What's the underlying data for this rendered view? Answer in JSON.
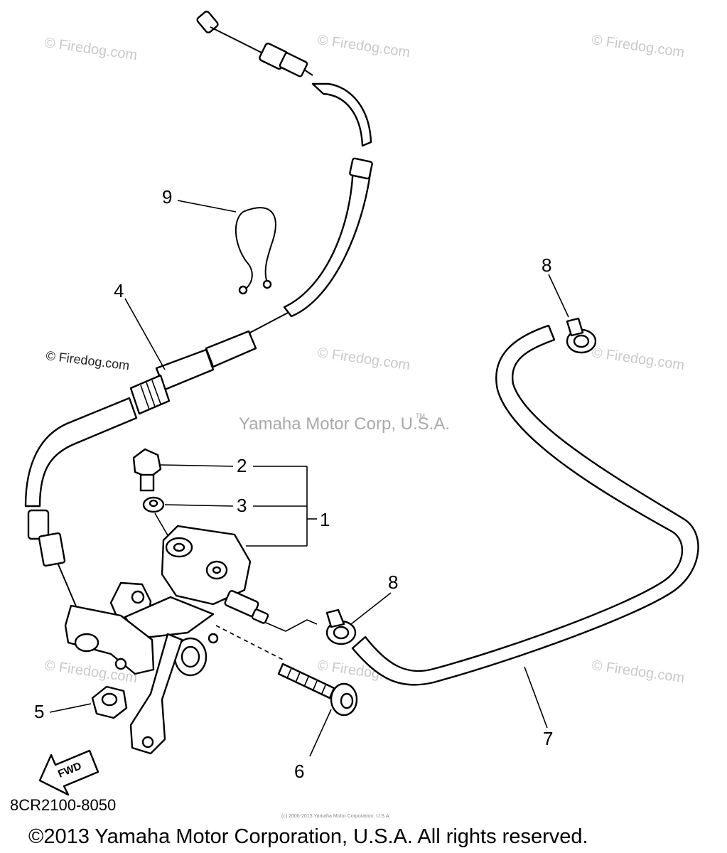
{
  "diagram": {
    "callouts": [
      "1",
      "2",
      "3",
      "4",
      "5",
      "6",
      "7",
      "8",
      "8",
      "9"
    ],
    "watermarks": {
      "firedog": "© Firedog.com",
      "corp": "Yamaha Motor Corp, U.S.A.",
      "tm": "TM"
    },
    "fwd_label": "FWD",
    "part_number": "8CR2100-8050",
    "small_notice": "(c) 2006-2015 Yamaha Motor Corporation, U.S.A.",
    "copyright": "©2013 Yamaha Motor Corporation, U.S.A. All rights reserved."
  }
}
